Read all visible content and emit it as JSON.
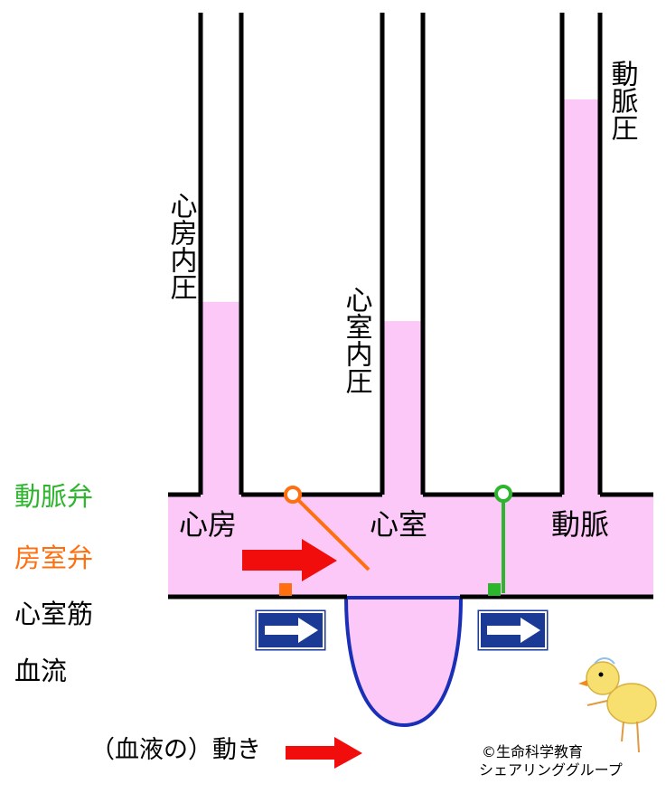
{
  "columns": {
    "atrial": {
      "label": "心房内圧",
      "level": 0.4
    },
    "ventricular": {
      "label": "心室内圧",
      "level": 0.36
    },
    "arterial": {
      "label": "動脈圧",
      "level": 0.82
    }
  },
  "chambers": {
    "atrium": "心房",
    "ventricle": "心室",
    "artery": "動脈"
  },
  "legend": {
    "arterial_valve": "動脈弁",
    "av_valve": "房室弁",
    "ventricular_muscle": "心室筋",
    "blood_flow": "血流",
    "blood_motion": "（血液の）動き"
  },
  "credit": {
    "line1": "©生命科学教育",
    "line2": "シェアリンググループ"
  },
  "colors": {
    "blood": "#fcc8f8",
    "arterial_valve": "#2db52d",
    "av_valve": "#ff6f0f",
    "ventricle_wall": "#1a2fb8",
    "motion_arrow": "#f20d0d",
    "flow_sign": "#1a3a96"
  }
}
